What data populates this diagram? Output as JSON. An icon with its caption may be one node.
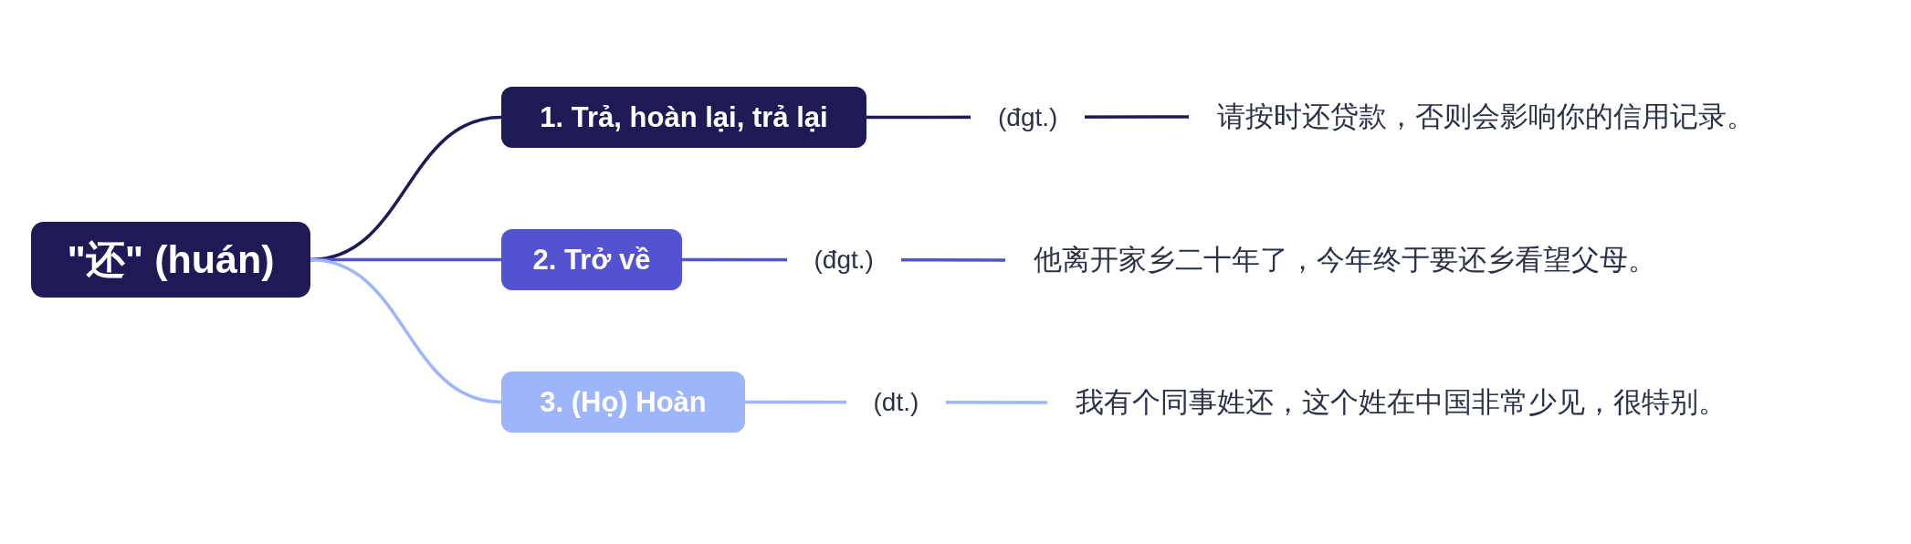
{
  "diagram": {
    "nodes": [
      {
        "text": [
          "\"还\" (huán)"
        ]
      },
      {
        "text": [
          "1. Trả, hoàn lại, trả lại"
        ]
      },
      {
        "text": [
          "请按时还贷款，否则会影响你的信用记录。"
        ]
      },
      {
        "text": [
          "2. Trở về"
        ]
      },
      {
        "text": [
          "他离开家乡二十年了，今年终于要还乡看望父母。"
        ]
      },
      {
        "text": [
          "3. (Họ) Hoàn"
        ]
      },
      {
        "text": [
          "我有个同事姓还，这个姓在中国非常少见，很特别。"
        ]
      }
    ],
    "edges": [
      {
        "from": 0,
        "to": 1,
        "arrow": "none",
        "color": "#1e1a56"
      },
      {
        "from": 0,
        "to": 3,
        "arrow": "none",
        "color": "#5353d1"
      },
      {
        "from": 0,
        "to": 5,
        "arrow": "none",
        "color": "#9db5fa"
      },
      {
        "from": 1,
        "to": 2,
        "label": "(đgt.)",
        "arrow": "none",
        "color": "#1e1a56"
      },
      {
        "from": 3,
        "to": 4,
        "label": "(đgt.)",
        "arrow": "none",
        "color": "#5353d1"
      },
      {
        "from": 5,
        "to": 6,
        "label": "(dt.)",
        "arrow": "none",
        "color": "#9db5fa"
      }
    ]
  }
}
